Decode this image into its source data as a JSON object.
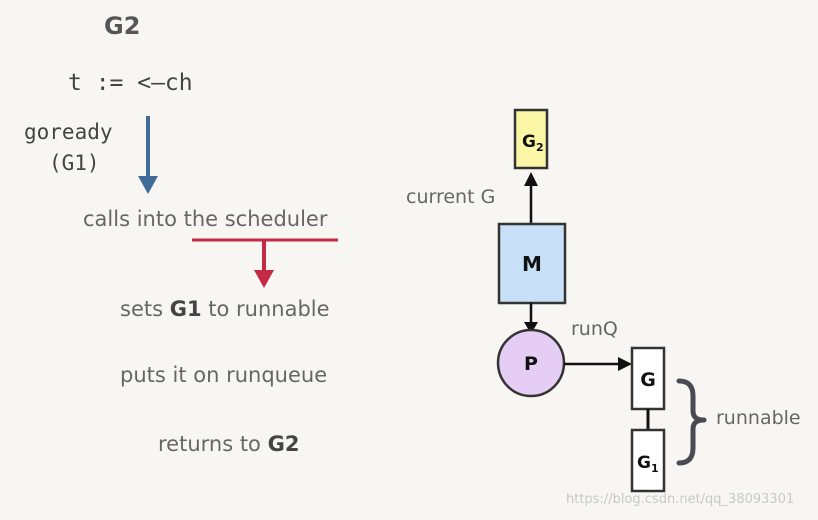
{
  "title": "G2",
  "code": {
    "line1": "t := <–ch",
    "line2": "goready",
    "line3": "(G1)"
  },
  "steps": {
    "calls": "calls into the scheduler",
    "sets_prefix": "sets ",
    "sets_bold": "G1",
    "sets_suffix": " to runnable",
    "puts": "puts it on runqueue",
    "returns_prefix": "returns to ",
    "returns_bold": "G2"
  },
  "diagram": {
    "g2_label": "G",
    "g2_sub": "2",
    "current_g_label": "current G",
    "m_label": "M",
    "p_label": "P",
    "runq_label": "runQ",
    "g_label": "G",
    "g1_label": "G",
    "g1_sub": "1",
    "runnable_label": "runnable"
  },
  "watermark": "https://blog.csdn.net/qq_38093301",
  "colors": {
    "blue_arrow": "#3f6c99",
    "red_arrow": "#c42a45",
    "g2_fill": "#fbf5a6",
    "m_fill": "#c7e0f7",
    "p_fill": "#e6cdf5",
    "brace": "#4a4a52"
  }
}
